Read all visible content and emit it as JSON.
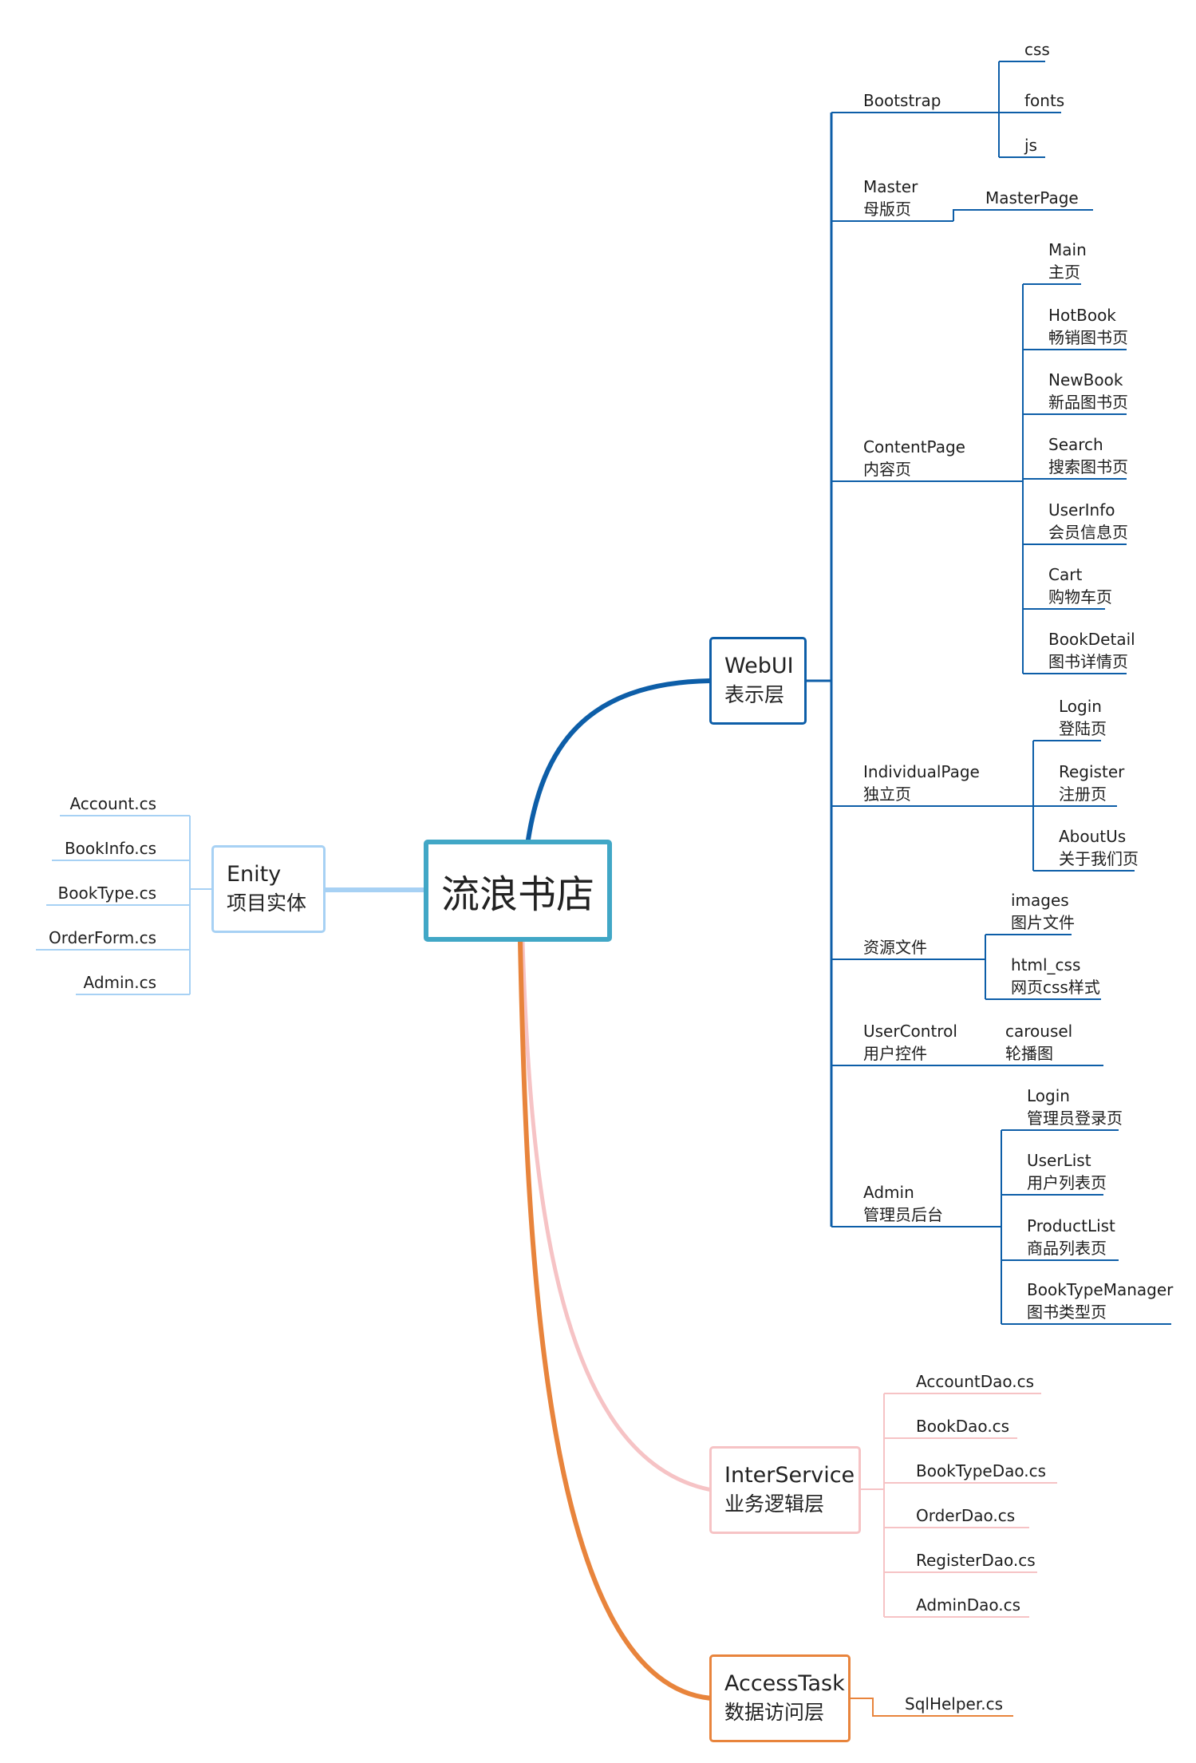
{
  "root": {
    "label": "流浪书店",
    "color": "#41a7c6"
  },
  "branches": {
    "webui": {
      "name": "WebUI",
      "sub": "表示层",
      "color": "#0d5ea8",
      "groups": [
        {
          "name": "Bootstrap",
          "sub": "",
          "children": [
            {
              "name": "css",
              "sub": ""
            },
            {
              "name": "fonts",
              "sub": ""
            },
            {
              "name": "js",
              "sub": ""
            }
          ]
        },
        {
          "name": "Master",
          "sub": "母版页",
          "children": [
            {
              "name": "MasterPage",
              "sub": ""
            }
          ]
        },
        {
          "name": "ContentPage",
          "sub": "内容页",
          "children": [
            {
              "name": "Main",
              "sub": "主页"
            },
            {
              "name": "HotBook",
              "sub": "畅销图书页"
            },
            {
              "name": "NewBook",
              "sub": "新品图书页"
            },
            {
              "name": "Search",
              "sub": "搜索图书页"
            },
            {
              "name": "UserInfo",
              "sub": "会员信息页"
            },
            {
              "name": "Cart",
              "sub": "购物车页"
            },
            {
              "name": "BookDetail",
              "sub": "图书详情页"
            }
          ]
        },
        {
          "name": "IndividualPage",
          "sub": "独立页",
          "children": [
            {
              "name": "Login",
              "sub": "登陆页"
            },
            {
              "name": "Register",
              "sub": "注册页"
            },
            {
              "name": "AboutUs",
              "sub": "关于我们页"
            }
          ]
        },
        {
          "name": "资源文件",
          "sub": "",
          "children": [
            {
              "name": "images",
              "sub": "图片文件"
            },
            {
              "name": "html_css",
              "sub": "网页css样式"
            }
          ]
        },
        {
          "name": "UserControl",
          "sub": "用户控件",
          "children": [
            {
              "name": "carousel",
              "sub": "轮播图"
            }
          ]
        },
        {
          "name": "Admin",
          "sub": "管理员后台",
          "children": [
            {
              "name": "Login",
              "sub": "管理员登录页"
            },
            {
              "name": "UserList",
              "sub": "用户列表页"
            },
            {
              "name": "ProductList",
              "sub": "商品列表页"
            },
            {
              "name": "BookTypeManager",
              "sub": "图书类型页"
            }
          ]
        }
      ]
    },
    "entity": {
      "name": "Enity",
      "sub": "项目实体",
      "color": "#a7d1f4",
      "children": [
        "Account.cs",
        "BookInfo.cs",
        "BookType.cs",
        "OrderForm.cs",
        "Admin.cs"
      ]
    },
    "inter": {
      "name": "InterService",
      "sub": "业务逻辑层",
      "color": "#f6c3c5",
      "children": [
        "AccountDao.cs",
        "BookDao.cs",
        "BookTypeDao.cs",
        "OrderDao.cs",
        "RegisterDao.cs",
        "AdminDao.cs"
      ]
    },
    "access": {
      "name": "AccessTask",
      "sub": "数据访问层",
      "color": "#e8843c",
      "children": [
        "SqlHelper.cs"
      ]
    }
  }
}
